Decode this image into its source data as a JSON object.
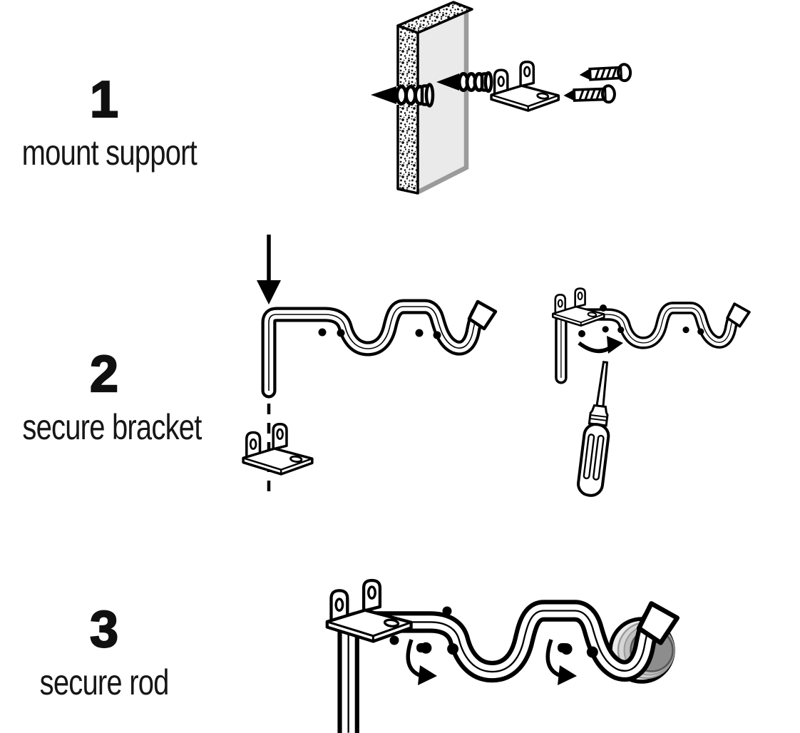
{
  "steps": [
    {
      "number": "1",
      "label": "mount support"
    },
    {
      "number": "2",
      "label": "secure bracket"
    },
    {
      "number": "3",
      "label": "secure rod"
    }
  ],
  "colors": {
    "ink": "#000000",
    "background": "#ffffff",
    "wall_face": "#eaeaea",
    "wall_shade": "#9b9b9b",
    "rod_ring_outer": "#ececec",
    "rod_ring_mid": "#d6d6d6",
    "rod_ring_band": "#c0c0c0",
    "rod_core": "#8d8d8d"
  },
  "icons": {
    "down_arrow": "placement-direction arrow",
    "rotate_arrow": "rotation-direction arrow",
    "dashed_guide": "alignment guide line"
  }
}
